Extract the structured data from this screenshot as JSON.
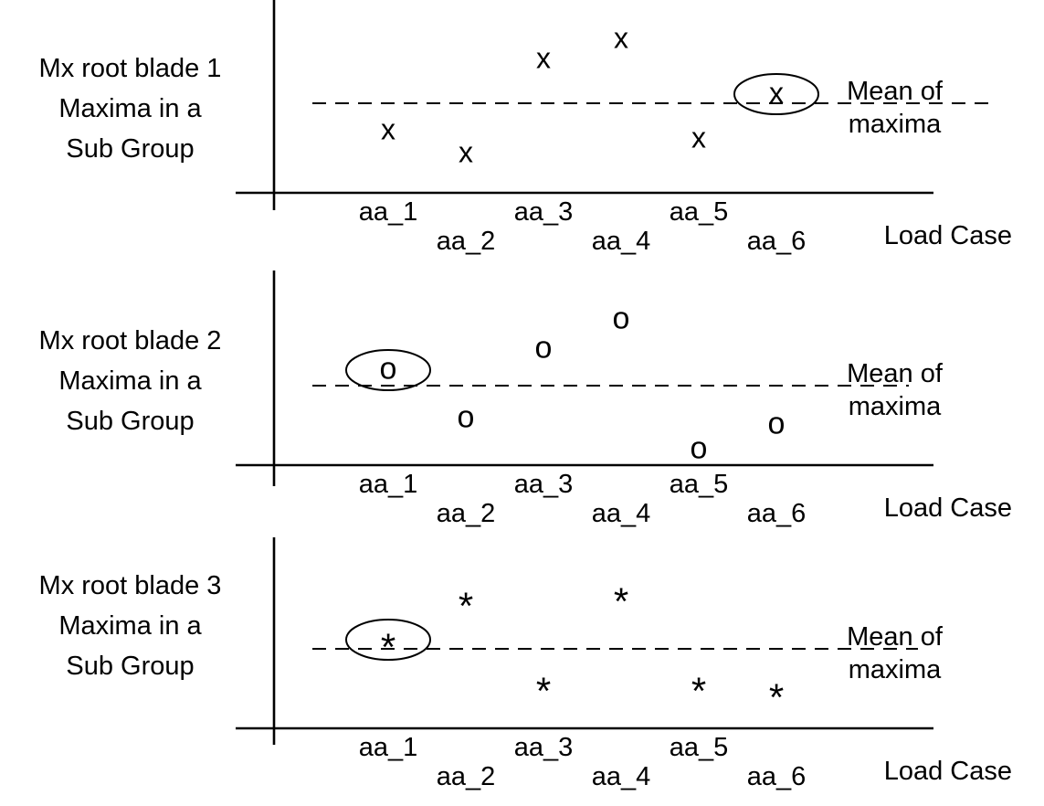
{
  "chart_data": [
    {
      "type": "scatter",
      "marker": "x",
      "ylabel_lines": [
        "Mx root blade 1",
        "Maxima in a",
        "Sub Group"
      ],
      "xlabel": "Load Case",
      "mean_label_lines": [
        "Mean of",
        "maxima"
      ],
      "categories": [
        "aa_1",
        "aa_2",
        "aa_3",
        "aa_4",
        "aa_5",
        "aa_6"
      ],
      "values_relative_to_mean": [
        -0.3,
        -0.55,
        0.48,
        0.7,
        -0.39,
        0.1
      ],
      "mean_line": {
        "style": "dashed",
        "value": 0,
        "label": "Mean of maxima"
      },
      "circled_point": "aa_6",
      "grid": false,
      "legend": false
    },
    {
      "type": "scatter",
      "marker": "o",
      "ylabel_lines": [
        "Mx root blade 2",
        "Maxima in a",
        "Sub Group"
      ],
      "xlabel": "Load Case",
      "mean_label_lines": [
        "Mean of",
        "maxima"
      ],
      "categories": [
        "aa_1",
        "aa_2",
        "aa_3",
        "aa_4",
        "aa_5",
        "aa_6"
      ],
      "values_relative_to_mean": [
        0.17,
        -0.36,
        0.4,
        0.72,
        -0.7,
        -0.43
      ],
      "mean_line": {
        "style": "dashed",
        "value": 0,
        "label": "Mean of maxima"
      },
      "circled_point": "aa_1",
      "grid": false,
      "legend": false
    },
    {
      "type": "scatter",
      "marker": "*",
      "ylabel_lines": [
        "Mx root blade 3",
        "Maxima in a",
        "Sub Group"
      ],
      "xlabel": "Load Case",
      "mean_label_lines": [
        "Mean of",
        "maxima"
      ],
      "categories": [
        "aa_1",
        "aa_2",
        "aa_3",
        "aa_4",
        "aa_5",
        "aa_6"
      ],
      "values_relative_to_mean": [
        0.1,
        0.55,
        -0.38,
        0.6,
        -0.38,
        -0.45
      ],
      "mean_line": {
        "style": "dashed",
        "value": 0,
        "label": "Mean of maxima"
      },
      "circled_point": "aa_1",
      "grid": false,
      "legend": false
    }
  ],
  "colors": {
    "foreground": "#000000",
    "background": "#ffffff"
  }
}
